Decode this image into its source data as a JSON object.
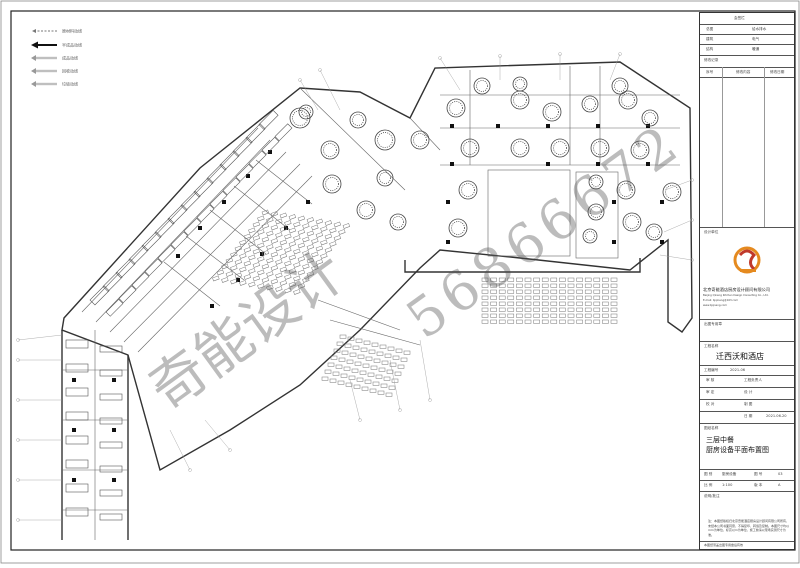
{
  "legend": {
    "items": [
      {
        "label": "原材料动线"
      },
      {
        "label": "半成品动线"
      },
      {
        "label": "成品动线"
      },
      {
        "label": "回收动线"
      },
      {
        "label": "垃圾动线"
      }
    ]
  },
  "title_block": {
    "approval_header": "会签栏",
    "approval_rows": [
      {
        "left": "总图",
        "right": "给水排水"
      },
      {
        "left": "建筑",
        "right": "电气"
      },
      {
        "left": "结构",
        "right": "暖通"
      }
    ],
    "revision_header": "修改记录",
    "revision_cols": [
      "序号",
      "修改内容",
      "修改日期"
    ],
    "design_unit_label": "设计单位",
    "company_name": "北京奇能酒店厨房设计顾问有限公司",
    "company_name_en": "Beijing Qineng Kitchen Design Consulting Co., Ltd.",
    "company_contact": "E-mail: bjqineng@163.com",
    "company_web": "www.bjqneng.com",
    "seal_label": "出图专用章",
    "project_label": "工程名称",
    "project_name": "迁西沃和酒店",
    "project_no_label": "工程编号",
    "project_no": "2021-06",
    "roles": [
      {
        "label": "审 核",
        "right": "工程负责人"
      },
      {
        "label": "审 定",
        "right": "设 计"
      },
      {
        "label": "校 对",
        "right": "制 图"
      }
    ],
    "date_label": "日 期",
    "date_value": "2021.06.20",
    "drawing_name_label": "图纸名称",
    "drawing_name_line1": "三层中餐",
    "drawing_name_line2": "厨房设备平面布置图",
    "sheet_rows": [
      {
        "l1": "图 别",
        "v1": "厨房设备",
        "l2": "图 号",
        "v2": "03"
      },
      {
        "l1": "比 例",
        "v1": "1:100",
        "l2": "版 本",
        "v2": "A"
      }
    ],
    "notes_label": "说明/批注",
    "note_text": "注：本图纸版权归北京奇能酒店厨房设计顾问有限公司所有，未经本公司书面同意，不得复印、转载及复制。本图尺寸均以mm为单位，标高以m为单位，施工前请以现场实测尺寸为准。",
    "footer_text": "本图纸须盖出图专用章后有效"
  },
  "watermark": {
    "text1": "奇能设计",
    "text2": "56866672"
  }
}
